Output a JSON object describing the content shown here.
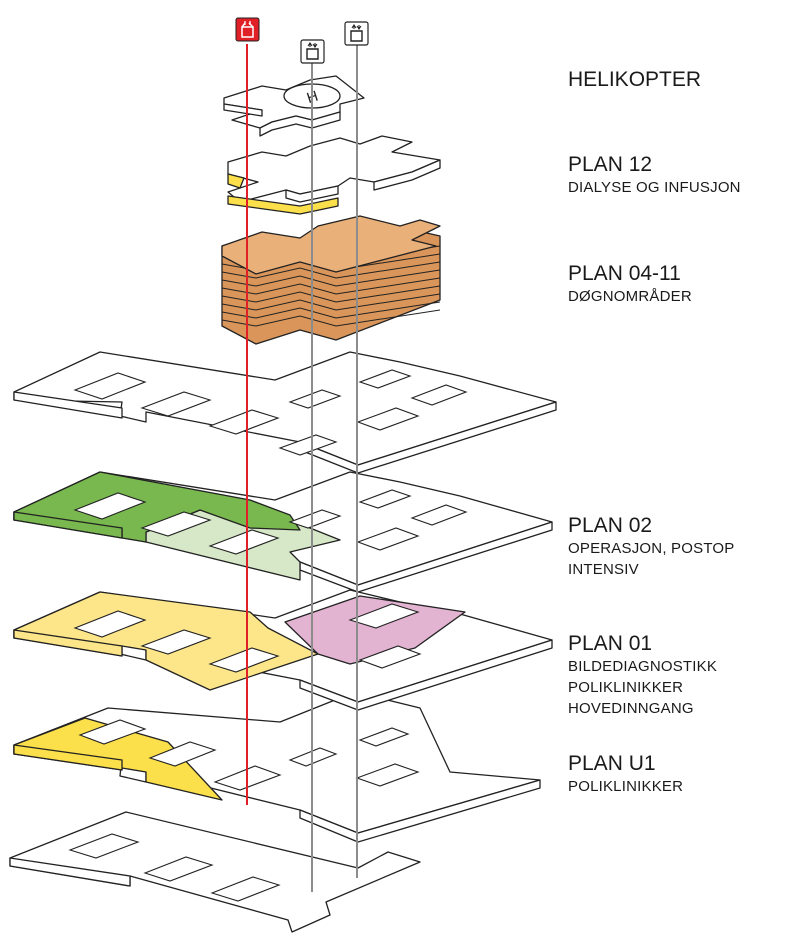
{
  "colors": {
    "elevator_red": "#e01f26",
    "shaft_grey": "#8c8c8c",
    "wards_orange": "#eab07a",
    "dialysis_yellow": "#fbe04b",
    "imaging_yellow": "#fde68a",
    "surgery_green": "#78b84e",
    "postop_green": "#d6e8c7",
    "clinics_pink": "#e3b3d2",
    "outline": "#222222"
  },
  "icons": {
    "elevator": "elevator-icon",
    "helipad": "helipad-h-icon"
  },
  "helipad_letter": "H",
  "labels": {
    "helikopter": {
      "title": "HELIKOPTER"
    },
    "plan12": {
      "title": "PLAN 12",
      "lines": [
        "DIALYSE OG INFUSJON"
      ]
    },
    "plan0411": {
      "title": "PLAN 04-11",
      "lines": [
        "DØGNOMRÅDER"
      ]
    },
    "plan02": {
      "title": "PLAN 02",
      "lines": [
        "OPERASJON, POSTOP",
        "INTENSIV"
      ]
    },
    "plan01": {
      "title": "PLAN 01",
      "lines": [
        "BILDEDIAGNOSTIKK",
        "POLIKLINIKKER",
        "HOVEDINNGANG"
      ]
    },
    "planu1": {
      "title": "PLAN U1",
      "lines": [
        "POLIKLINIKKER"
      ]
    }
  }
}
